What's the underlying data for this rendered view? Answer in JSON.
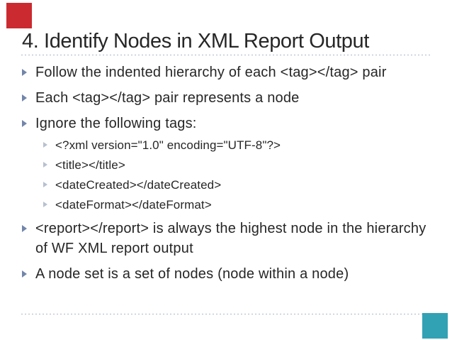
{
  "slide": {
    "title": "4. Identify Nodes in XML Report Output",
    "bullets": [
      {
        "level": 1,
        "text": "Follow the indented hierarchy of each <tag></tag> pair"
      },
      {
        "level": 1,
        "text": "Each <tag></tag> pair represents a node"
      },
      {
        "level": 1,
        "text": "Ignore the following tags:"
      },
      {
        "level": 2,
        "text": "<?xml version=\"1.0\" encoding=\"UTF-8\"?>"
      },
      {
        "level": 2,
        "text": "<title></title>"
      },
      {
        "level": 2,
        "text": "<dateCreated></dateCreated>"
      },
      {
        "level": 2,
        "text": "<dateFormat></dateFormat>"
      },
      {
        "level": 1,
        "text": "<report></report> is always the highest node in the hierarchy of  WF XML report output"
      },
      {
        "level": 1,
        "text": "A node set is a set of nodes (node within a node)"
      }
    ],
    "decorations": {
      "red_square_color": "#cb2b30",
      "teal_square_color": "#31a2b4",
      "divider_color": "#a9b7c7",
      "bullet_level1_color": "#7286a9",
      "bullet_level2_color": "#b7c1d0",
      "text_color": "#262626"
    }
  }
}
